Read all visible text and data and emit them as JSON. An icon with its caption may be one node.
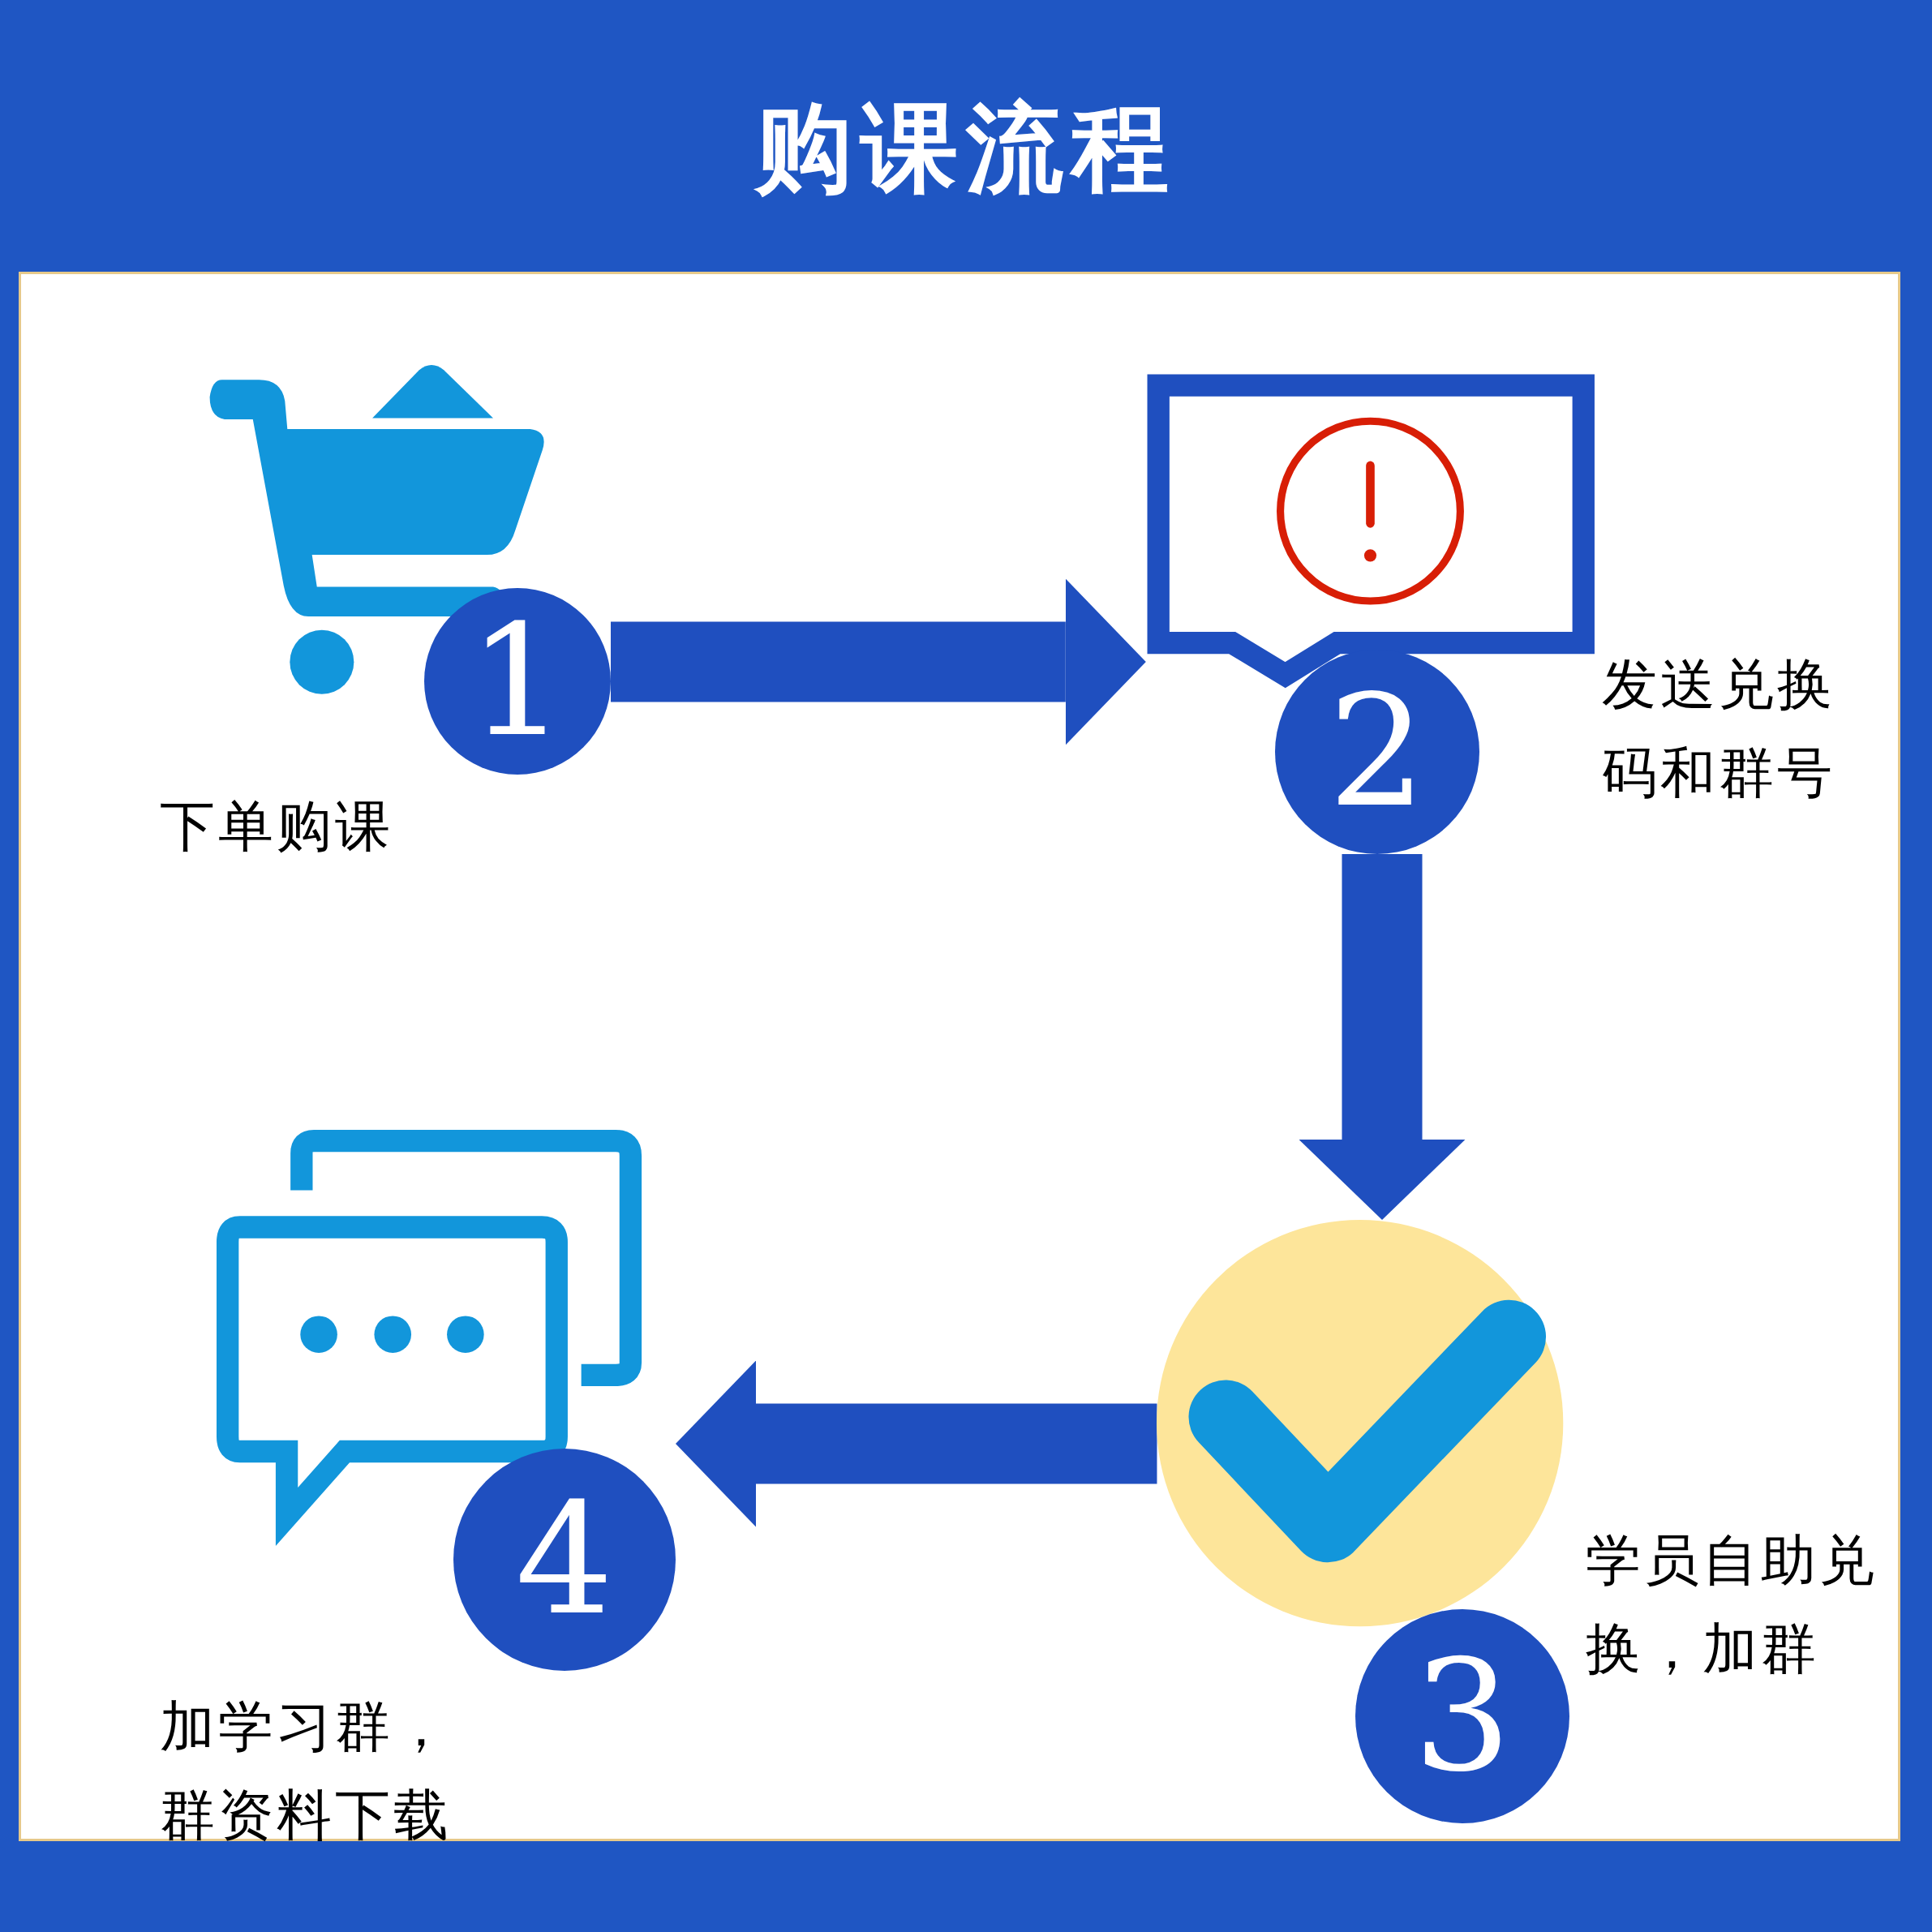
{
  "diagram": {
    "title": "购课流程",
    "nodes": [
      {
        "text": [
          "1"
        ],
        "beside": [
          "下单购课"
        ]
      },
      {
        "text": [
          "2"
        ],
        "beside": [
          "发送兑换码和群号"
        ]
      },
      {
        "text": [
          "3"
        ],
        "beside": [
          "学员自助兑换，加群"
        ]
      },
      {
        "text": [
          "4"
        ],
        "beside": [
          "加学习群，群资料下载"
        ]
      }
    ],
    "edges": [
      {
        "from": 0,
        "to": 1,
        "arrow": "to"
      },
      {
        "from": 1,
        "to": 2,
        "arrow": "to"
      },
      {
        "from": 2,
        "to": 3,
        "arrow": "to"
      }
    ]
  }
}
